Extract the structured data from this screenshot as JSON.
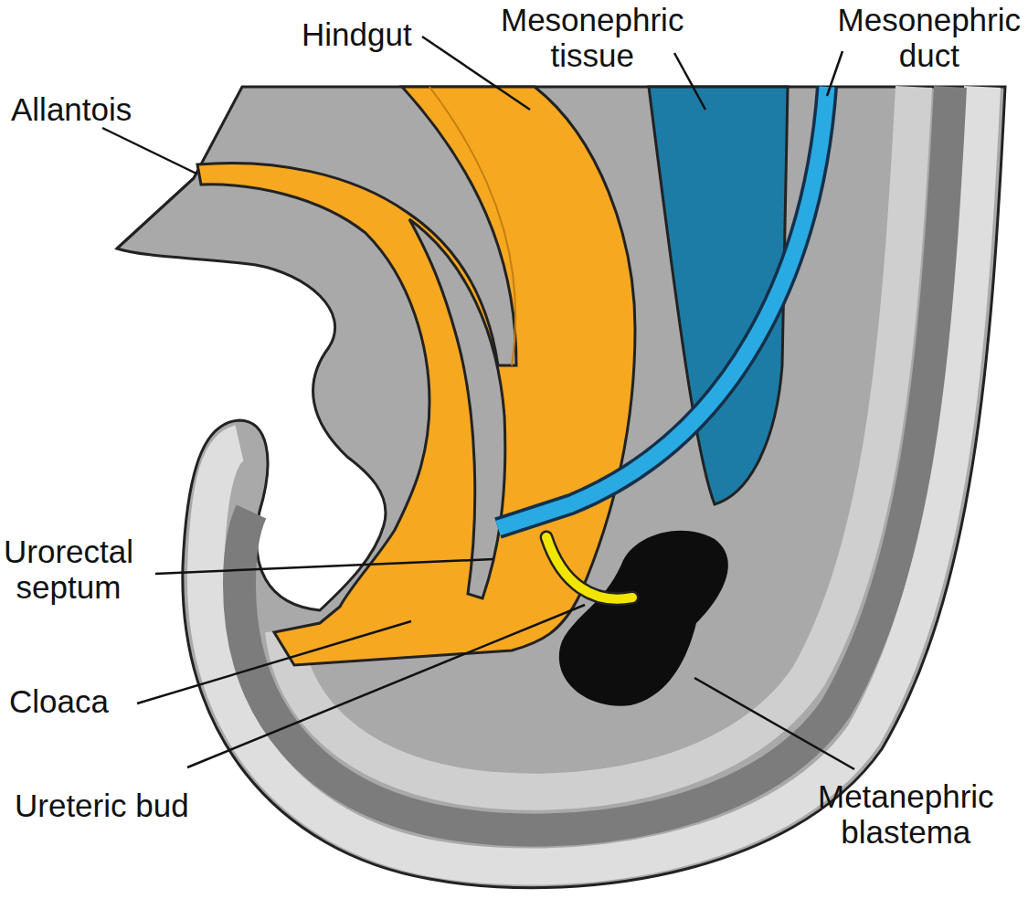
{
  "diagram": {
    "labels": [
      "Hindgut",
      "Mesonephric tissue",
      "Mesonephric duct",
      "Allantois",
      "Urorectal septum",
      "Cloaca",
      "Ureteric bud",
      "Metanephric blastema"
    ]
  }
}
